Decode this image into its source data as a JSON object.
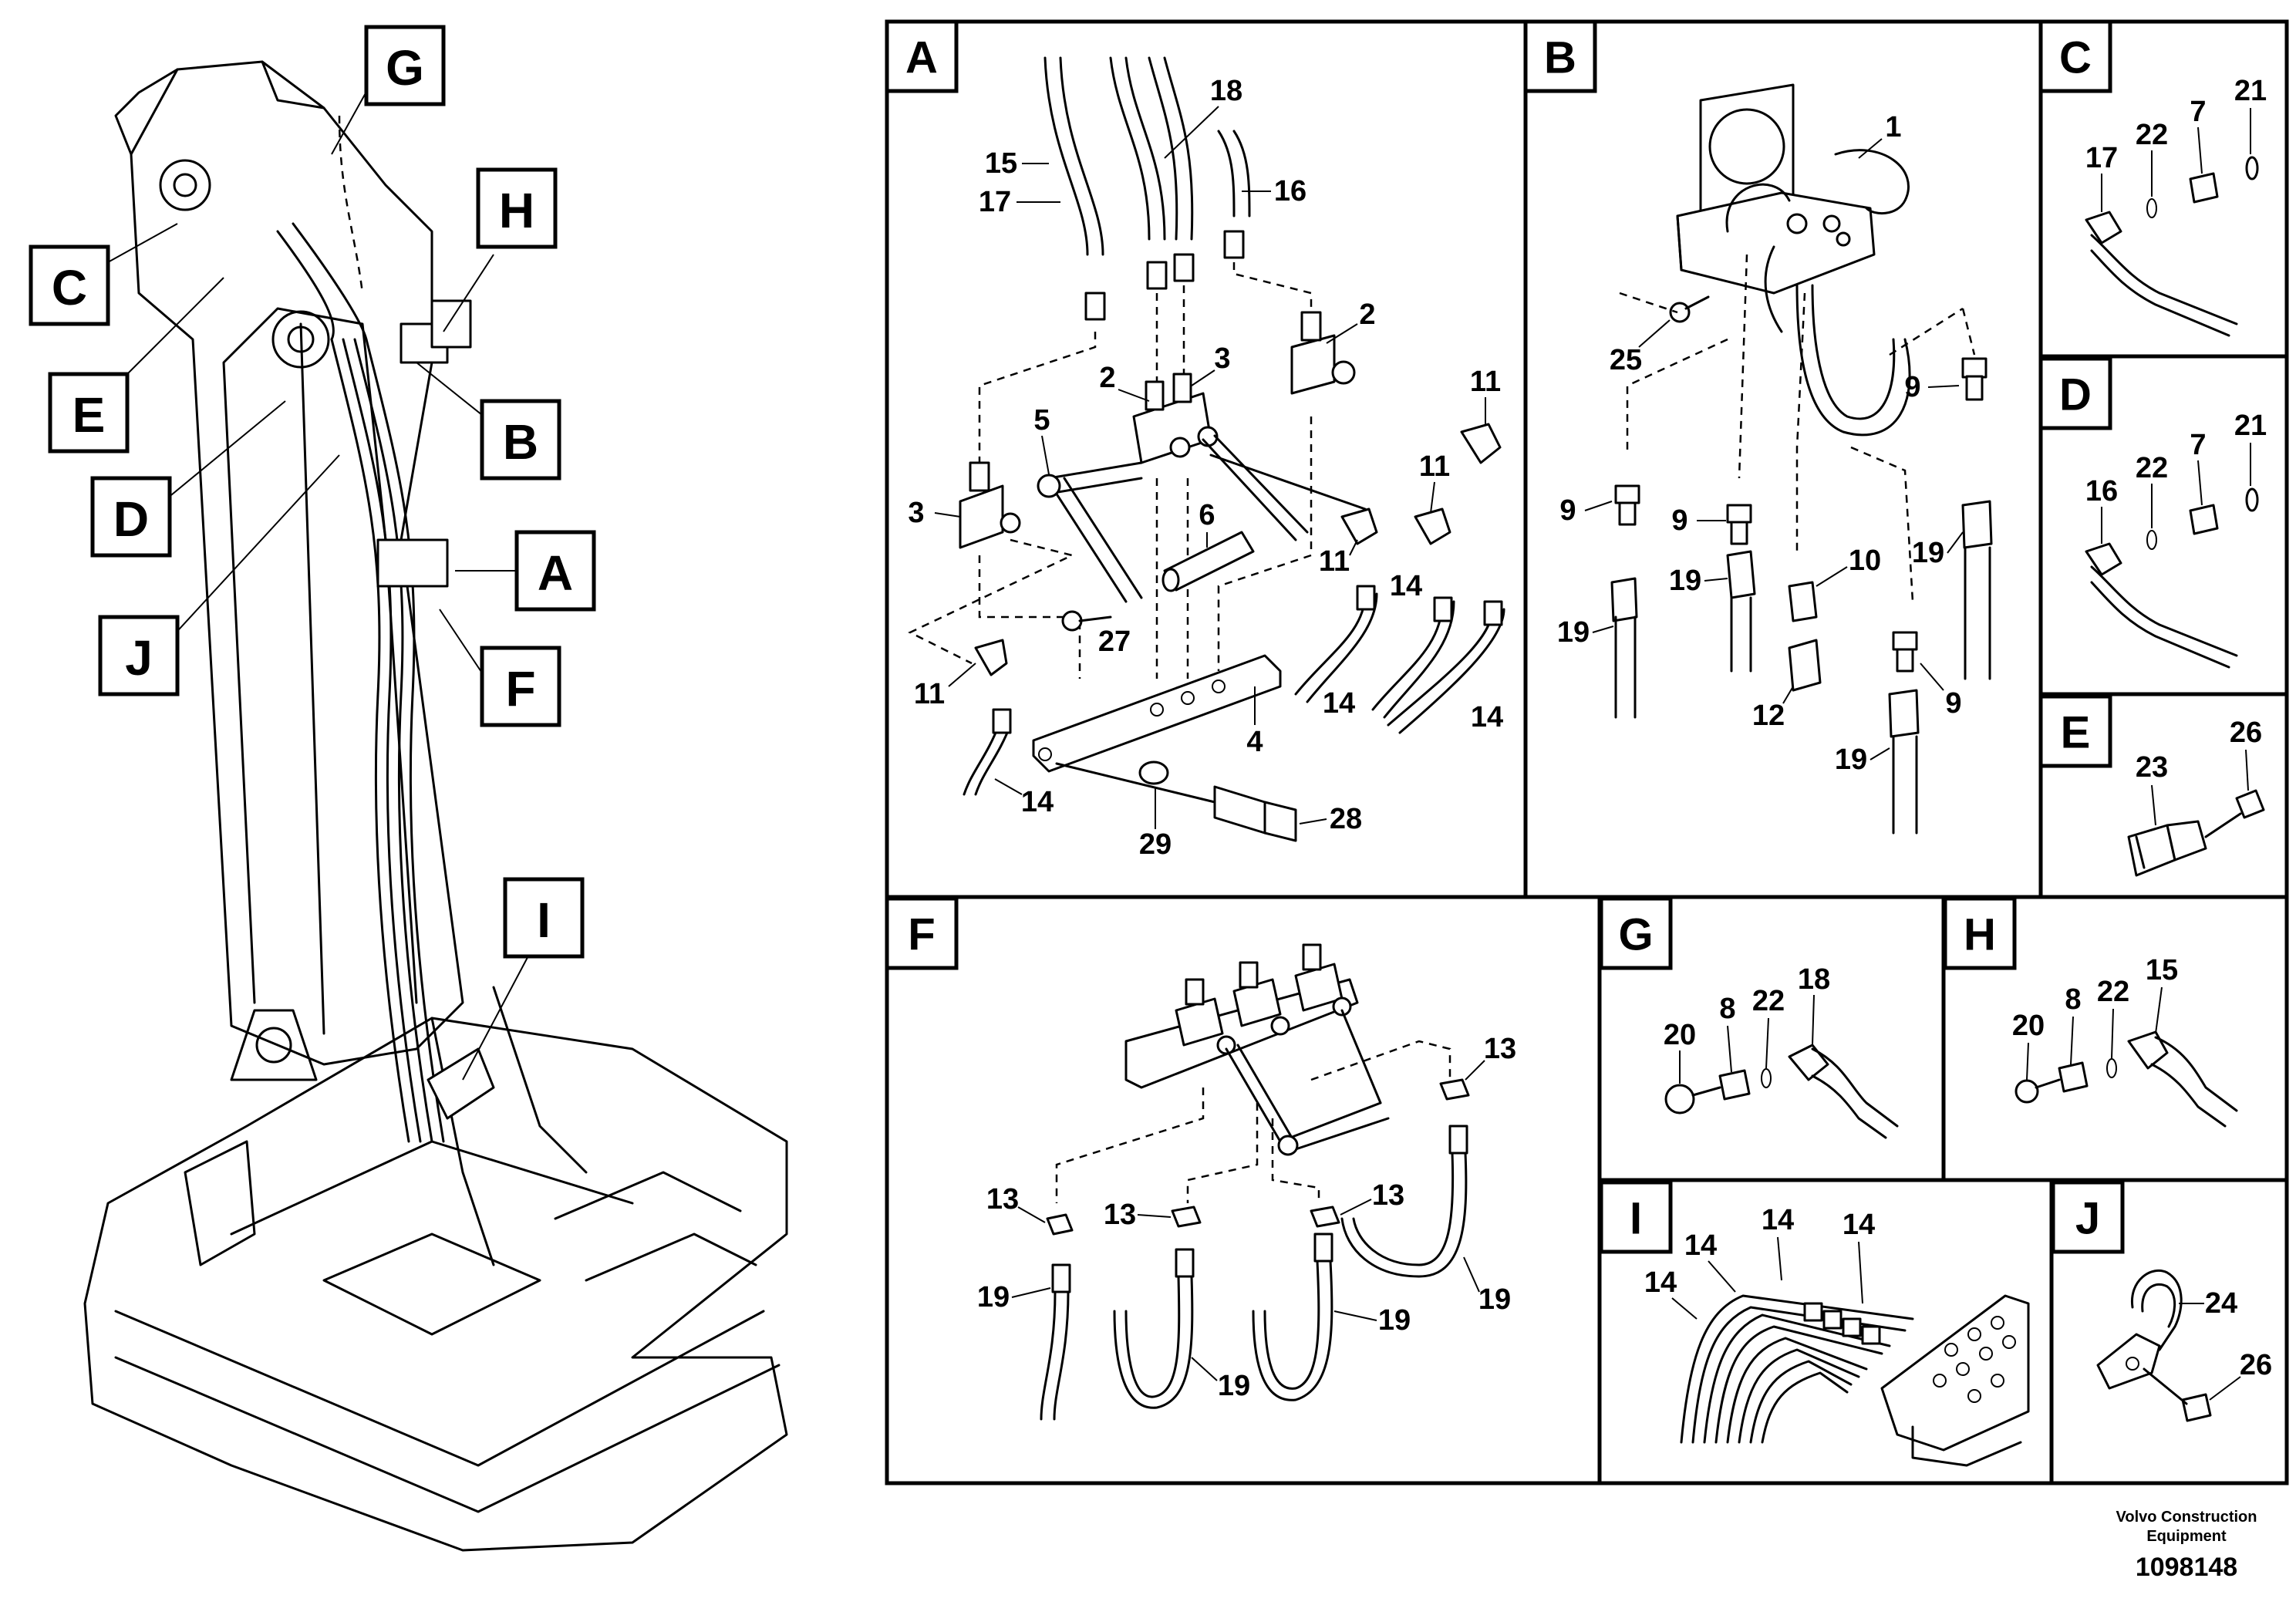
{
  "overview_callouts": [
    "G",
    "C",
    "H",
    "E",
    "B",
    "D",
    "A",
    "J",
    "F",
    "I"
  ],
  "sections": {
    "A": {
      "label": "A",
      "parts": [
        "18",
        "15",
        "17",
        "16",
        "2",
        "2",
        "3",
        "11",
        "5",
        "3",
        "6",
        "11",
        "11",
        "14",
        "11",
        "27",
        "4",
        "14",
        "14",
        "28",
        "29",
        "14"
      ]
    },
    "B": {
      "label": "B",
      "parts": [
        "1",
        "25",
        "9",
        "9",
        "9",
        "10",
        "19",
        "19",
        "19",
        "19",
        "12",
        "9"
      ]
    },
    "C": {
      "label": "C",
      "parts": [
        "21",
        "7",
        "22",
        "17"
      ]
    },
    "D": {
      "label": "D",
      "parts": [
        "21",
        "7",
        "22",
        "16"
      ]
    },
    "E": {
      "label": "E",
      "parts": [
        "26",
        "23"
      ]
    },
    "F": {
      "label": "F",
      "parts": [
        "13",
        "13",
        "13",
        "13",
        "19",
        "19",
        "19",
        "19"
      ]
    },
    "G": {
      "label": "G",
      "parts": [
        "18",
        "8",
        "22",
        "20"
      ]
    },
    "H": {
      "label": "H",
      "parts": [
        "15",
        "8",
        "22",
        "20"
      ]
    },
    "I": {
      "label": "I",
      "parts": [
        "14",
        "14",
        "14",
        "14"
      ]
    },
    "J": {
      "label": "J",
      "parts": [
        "24",
        "26"
      ]
    }
  },
  "footer": {
    "brand_line1": "Volvo Construction",
    "brand_line2": "Equipment",
    "drawing_number": "1098148"
  }
}
